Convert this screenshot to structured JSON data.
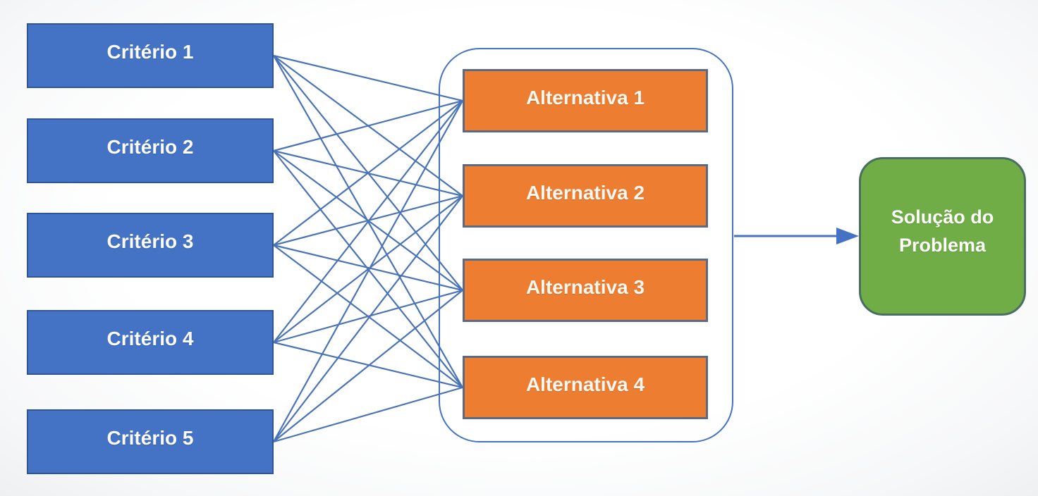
{
  "diagram": {
    "criteria": [
      {
        "label": "Critério 1"
      },
      {
        "label": "Critério 2"
      },
      {
        "label": "Critério 3"
      },
      {
        "label": "Critério 4"
      },
      {
        "label": "Critério 5"
      }
    ],
    "alternatives": [
      {
        "label": "Alternativa 1"
      },
      {
        "label": "Alternativa 2"
      },
      {
        "label": "Alternativa 3"
      },
      {
        "label": "Alternativa 4"
      }
    ],
    "solution": {
      "label": "Solução do Problema"
    },
    "edges": [
      [
        0,
        0
      ],
      [
        0,
        1
      ],
      [
        0,
        2
      ],
      [
        0,
        3
      ],
      [
        1,
        0
      ],
      [
        1,
        1
      ],
      [
        1,
        2
      ],
      [
        1,
        3
      ],
      [
        2,
        0
      ],
      [
        2,
        1
      ],
      [
        2,
        2
      ],
      [
        2,
        3
      ],
      [
        3,
        0
      ],
      [
        3,
        1
      ],
      [
        3,
        2
      ],
      [
        3,
        3
      ],
      [
        4,
        0
      ],
      [
        4,
        1
      ],
      [
        4,
        2
      ],
      [
        4,
        3
      ]
    ],
    "colors": {
      "criterion_fill": "#4472c4",
      "criterion_border": "#2f5597",
      "alternative_fill": "#ed7d31",
      "alternative_border": "#5a6a85",
      "solution_fill": "#70ad47",
      "solution_border": "#4a6f62",
      "connector": "#4a73b8",
      "container_border": "#4472c4",
      "arrow": "#4472c4"
    }
  }
}
